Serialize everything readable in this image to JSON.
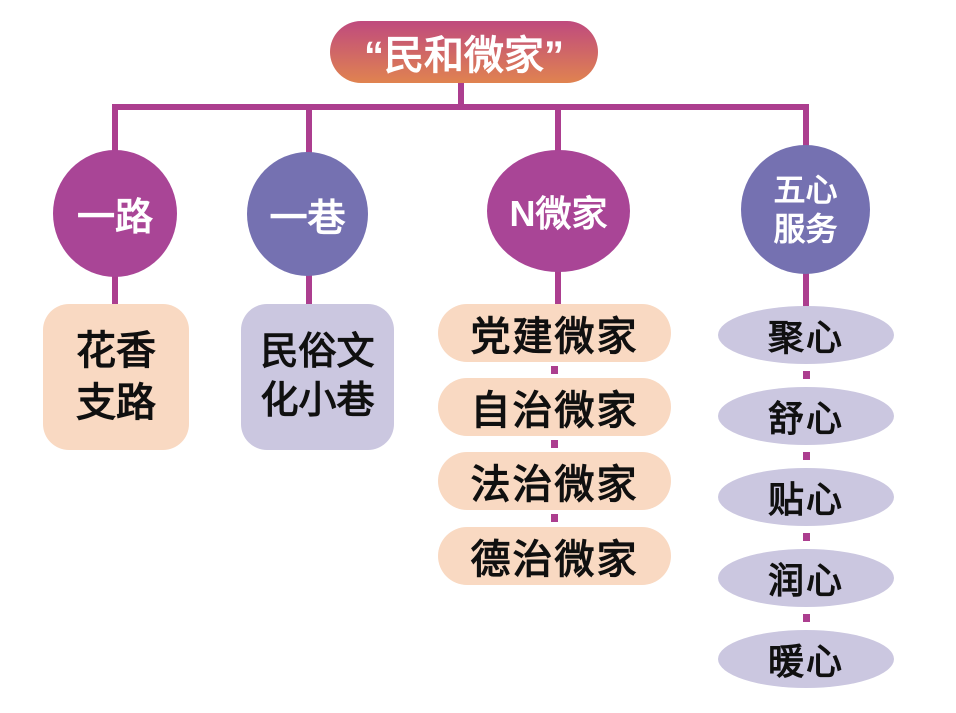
{
  "diagram": {
    "title": "“民和微家”",
    "branches": {
      "road": {
        "label": "一路",
        "child": {
          "line1": "花香",
          "line2": "支路"
        }
      },
      "lane": {
        "label": "一巷",
        "child": {
          "line1": "民俗文",
          "line2": "化小巷"
        }
      },
      "micro_homes": {
        "label": "N微家",
        "items": [
          "党建微家",
          "自治微家",
          "法治微家",
          "德治微家"
        ]
      },
      "five_hearts": {
        "label": {
          "line1": "五心",
          "line2": "服务"
        },
        "items": [
          "聚心",
          "舒心",
          "贴心",
          "润心",
          "暖心"
        ]
      }
    }
  },
  "colors": {
    "connector": "#AC3E8F",
    "magenta_node": "#A94596",
    "purple_node": "#7571B1",
    "peach_box": "#F9D9C2",
    "lavender_box": "#CBC7E0",
    "title_gradient_top": "#BF4A7E",
    "title_gradient_bottom": "#E08350",
    "text_dark": "#101010",
    "text_light": "#FFFFFF"
  }
}
